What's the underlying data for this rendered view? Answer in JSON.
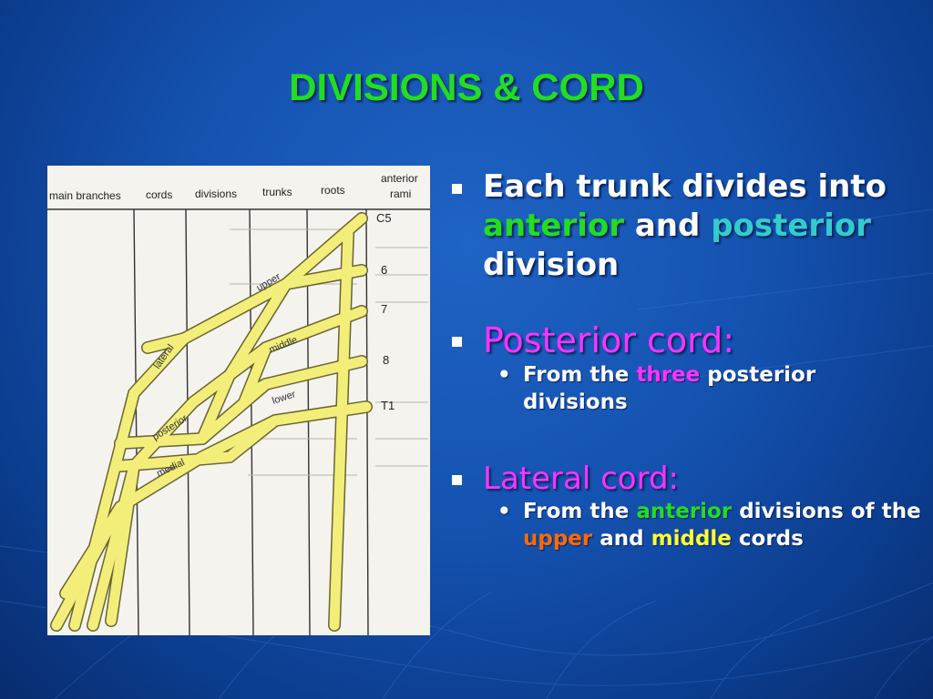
{
  "slide": {
    "title": "DIVISIONS & CORD"
  },
  "figure": {
    "column_headers": [
      "main branches",
      "cords",
      "divisions",
      "trunks",
      "roots",
      "anterior",
      "rami"
    ],
    "root_labels": [
      "C5",
      "6",
      "7",
      "8",
      "T1"
    ],
    "nerve_labels": [
      "upper",
      "middle",
      "lower",
      "lateral",
      "posterior",
      "medial"
    ]
  },
  "bullets": {
    "b1": {
      "part1": "Each trunk divides into ",
      "anterior": "anterior",
      "part2": " and ",
      "posterior": "posterior",
      "part3": " division"
    },
    "b2": {
      "heading": "Posterior cord:",
      "sub_part1": "From the ",
      "sub_three": "three",
      "sub_part2": " posterior divisions"
    },
    "b3": {
      "heading": "Lateral cord:",
      "sub_part1": "From the ",
      "sub_anterior": "anterior",
      "sub_part2": " divisions of the ",
      "sub_upper": "upper",
      "sub_part3": " and ",
      "sub_middle": "middle",
      "sub_part4": " cords"
    }
  },
  "colors": {
    "title": "#22dd22",
    "anterior": "#22dd22",
    "posterior": "#33cccc",
    "heading": "#ff33ff",
    "upper": "#ff6a00",
    "middle": "#ffff33",
    "nerve_fill": "#f3ee7a"
  },
  "icons": {
    "bullet": "square-bullet-icon",
    "sub_bullet": "dot-bullet-icon"
  }
}
